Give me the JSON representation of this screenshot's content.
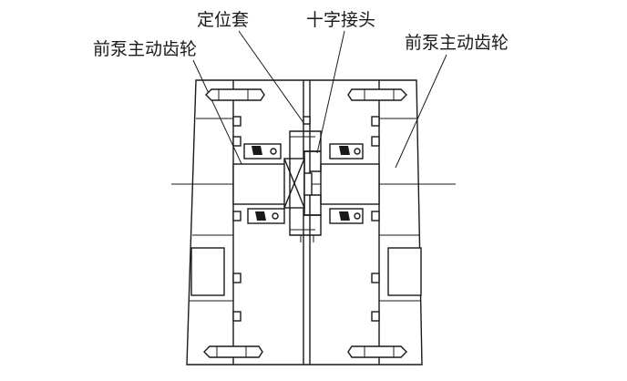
{
  "labels": {
    "positioning_sleeve": "定位套",
    "cross_joint": "十字接头",
    "left_drive_gear": "前泵主动齿轮",
    "right_drive_gear": "前泵主动齿轮"
  }
}
